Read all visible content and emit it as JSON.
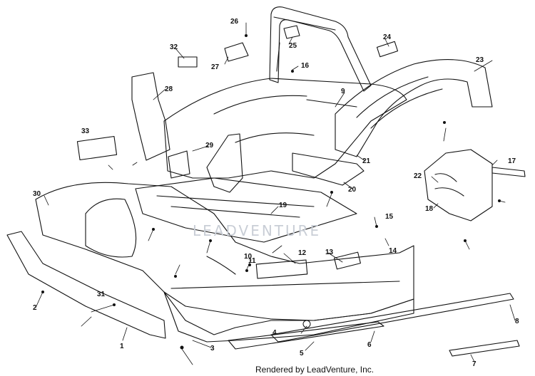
{
  "diagram": {
    "callouts": [
      "1",
      "2",
      "3",
      "4",
      "5",
      "6",
      "7",
      "8",
      "9",
      "10",
      "11",
      "12",
      "13",
      "14",
      "15",
      "16",
      "17",
      "18",
      "19",
      "20",
      "21",
      "22",
      "23",
      "24",
      "25",
      "26",
      "27",
      "28",
      "29",
      "30",
      "31",
      "32",
      "33"
    ],
    "watermark": "LEADVENTURE",
    "footer": "Rendered by LeadVenture, Inc."
  }
}
